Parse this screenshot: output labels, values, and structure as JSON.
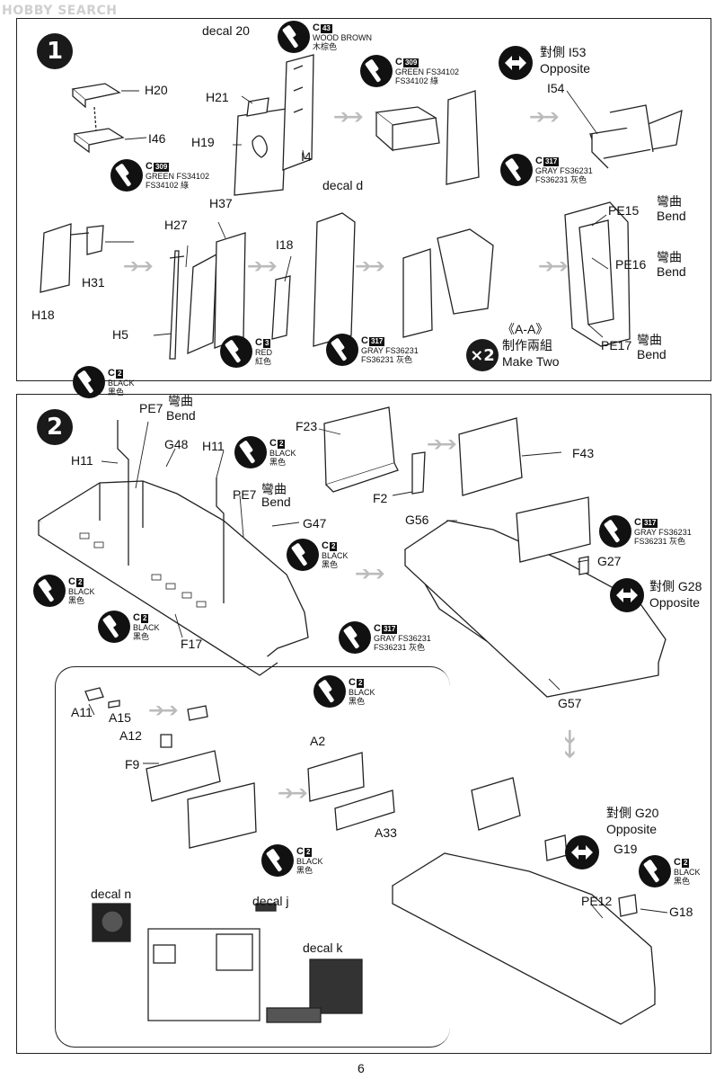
{
  "watermark": "HOBBY SEARCH",
  "page_number": "6",
  "step1": {
    "number": "1",
    "labels": {
      "h20": "H20",
      "i46": "I46",
      "h21": "H21",
      "h19": "H19",
      "i4": "I4",
      "decal20": "decal 20",
      "decald": "decal d",
      "i54": "I54",
      "h18": "H18",
      "h31": "H31",
      "h37": "H37",
      "h27": "H27",
      "h5": "H5",
      "i18": "I18",
      "pe15": "PE15",
      "pe16": "PE16",
      "pe17": "PE17",
      "bend_cn": "彎曲",
      "bend": "Bend",
      "opposite_cn": "對側 I53",
      "opposite": "Opposite",
      "make_two_aa": "《A-A》",
      "make_two_cn": "制作兩組",
      "make_two": "Make Two",
      "x2": "×2"
    },
    "paints": {
      "wood": {
        "code": "C",
        "num": "43",
        "line1": "WOOD BROWN",
        "line2": "木棕色"
      },
      "green_a": {
        "code": "C",
        "num": "309",
        "line1": "GREEN FS34102",
        "line2": "FS34102 綠"
      },
      "green_b": {
        "code": "C",
        "num": "309",
        "line1": "GREEN FS34102",
        "line2": "FS34102 綠"
      },
      "gray_a": {
        "code": "C",
        "num": "317",
        "line1": "GRAY FS36231",
        "line2": "FS36231 灰色"
      },
      "red": {
        "code": "C",
        "num": "3",
        "line1": "RED",
        "line2": "紅色"
      },
      "gray_b": {
        "code": "C",
        "num": "317",
        "line1": "GRAY FS36231",
        "line2": "FS36231 灰色"
      }
    }
  },
  "step2": {
    "number": "2",
    "labels": {
      "h11a": "H11",
      "h11b": "H11",
      "pe7a": "PE7",
      "pe7b": "PE7",
      "g48": "G48",
      "g47": "G47",
      "f17": "F17",
      "f23": "F23",
      "f2": "F2",
      "f43": "F43",
      "g56": "G56",
      "g27": "G27",
      "g57": "G57",
      "a11": "A11",
      "a15": "A15",
      "a12": "A12",
      "f9": "F9",
      "a2": "A2",
      "a33": "A33",
      "g19": "G19",
      "g18": "G18",
      "pe12": "PE12",
      "decaln": "decal n",
      "decalj": "decal j",
      "decalk": "decal k",
      "bend_cn": "彎曲",
      "bend": "Bend",
      "opp_g28_cn": "對側 G28",
      "opp_g20_cn": "對側 G20",
      "opposite": "Opposite"
    },
    "paints": {
      "black_top": {
        "code": "C",
        "num": "2",
        "line1": "BLACK",
        "line2": "黑色"
      },
      "black_h11": {
        "code": "C",
        "num": "2",
        "line1": "BLACK",
        "line2": "黑色"
      },
      "black_mid": {
        "code": "C",
        "num": "2",
        "line1": "BLACK",
        "line2": "黑色"
      },
      "black_left": {
        "code": "C",
        "num": "2",
        "line1": "BLACK",
        "line2": "黑色"
      },
      "black_f17": {
        "code": "C",
        "num": "2",
        "line1": "BLACK",
        "line2": "黑色"
      },
      "gray_f17": {
        "code": "C",
        "num": "317",
        "line1": "GRAY FS36231",
        "line2": "FS36231 灰色"
      },
      "gray_f43": {
        "code": "C",
        "num": "317",
        "line1": "GRAY FS36231",
        "line2": "FS36231 灰色"
      },
      "black_a2": {
        "code": "C",
        "num": "2",
        "line1": "BLACK",
        "line2": "黑色"
      },
      "black_a33": {
        "code": "C",
        "num": "2",
        "line1": "BLACK",
        "line2": "黑色"
      },
      "black_g18": {
        "code": "C",
        "num": "2",
        "line1": "BLACK",
        "line2": "黑色"
      }
    }
  }
}
